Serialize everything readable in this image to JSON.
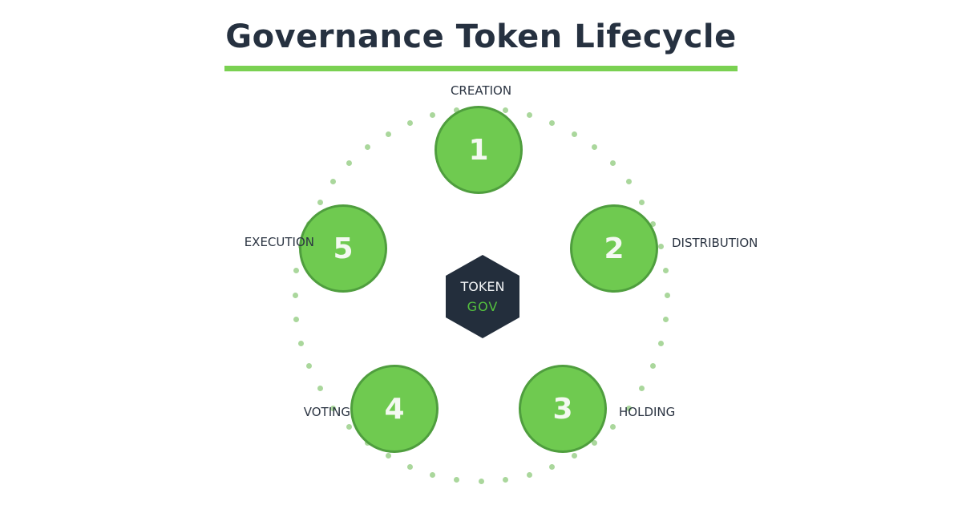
{
  "title": "Governance Token Lifecycle",
  "center_token": {
    "name": "TOKEN",
    "symbol": "GOV"
  },
  "stages": [
    {
      "number": "1",
      "label": "CREATION"
    },
    {
      "number": "2",
      "label": "DISTRIBUTION"
    },
    {
      "number": "3",
      "label": "HOLDING"
    },
    {
      "number": "4",
      "label": "VOTING"
    },
    {
      "number": "5",
      "label": "EXECUTION"
    }
  ],
  "colors": {
    "accent": "#7ad152",
    "node_fill": "#6fca50",
    "node_border": "#4f9e3e",
    "ring_dot": "#aad79c",
    "hexagon": "#232e3c",
    "title_text": "#263140",
    "label_text": "#2b3442",
    "gov_text": "#54c13e",
    "number_text": "#f4f9f1"
  }
}
